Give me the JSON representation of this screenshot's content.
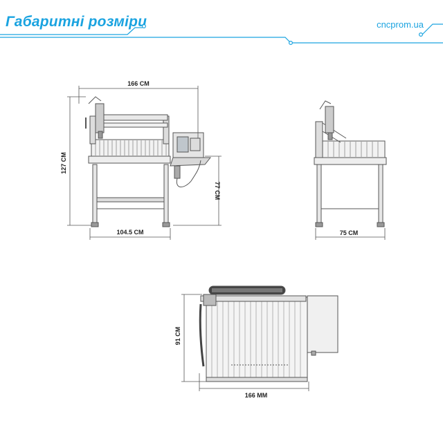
{
  "header": {
    "title": "Габаритні розміри",
    "site": "cncprom.ua"
  },
  "colors": {
    "accent": "#1aa3e0"
  },
  "front_view": {
    "overall_width": "166 CM",
    "overall_height": "127 CM",
    "table_width": "104.5 CM",
    "table_height": "77 CM"
  },
  "side_view": {
    "depth": "75 CM"
  },
  "top_view": {
    "depth": "91 CM",
    "length": "166 MM"
  }
}
